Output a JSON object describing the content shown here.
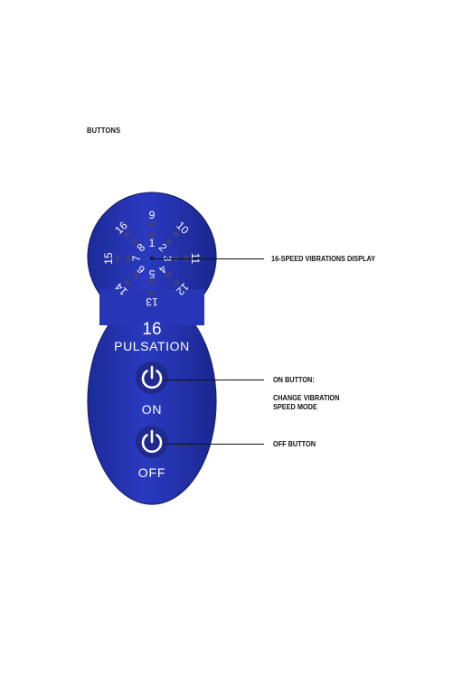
{
  "heading": "BUTTONS",
  "remote": {
    "body_color": "#2434b4",
    "speed_numbers": [
      "1",
      "2",
      "3",
      "4",
      "5",
      "6",
      "7",
      "8",
      "9",
      "10",
      "11",
      "12",
      "13",
      "14",
      "15",
      "16"
    ],
    "mode_number": "16",
    "mode_label": "PULSATION",
    "on_label": "ON",
    "off_label": "OFF",
    "power_icon": "power-icon"
  },
  "callouts": {
    "display": "16-SPEED VIBRATIONS DISPLAY",
    "on_button": "ON BUTTON:",
    "on_button_desc_1": "CHANGE VIBRATION",
    "on_button_desc_2": "SPEED MODE",
    "off_button": "OFF BUTTON"
  }
}
